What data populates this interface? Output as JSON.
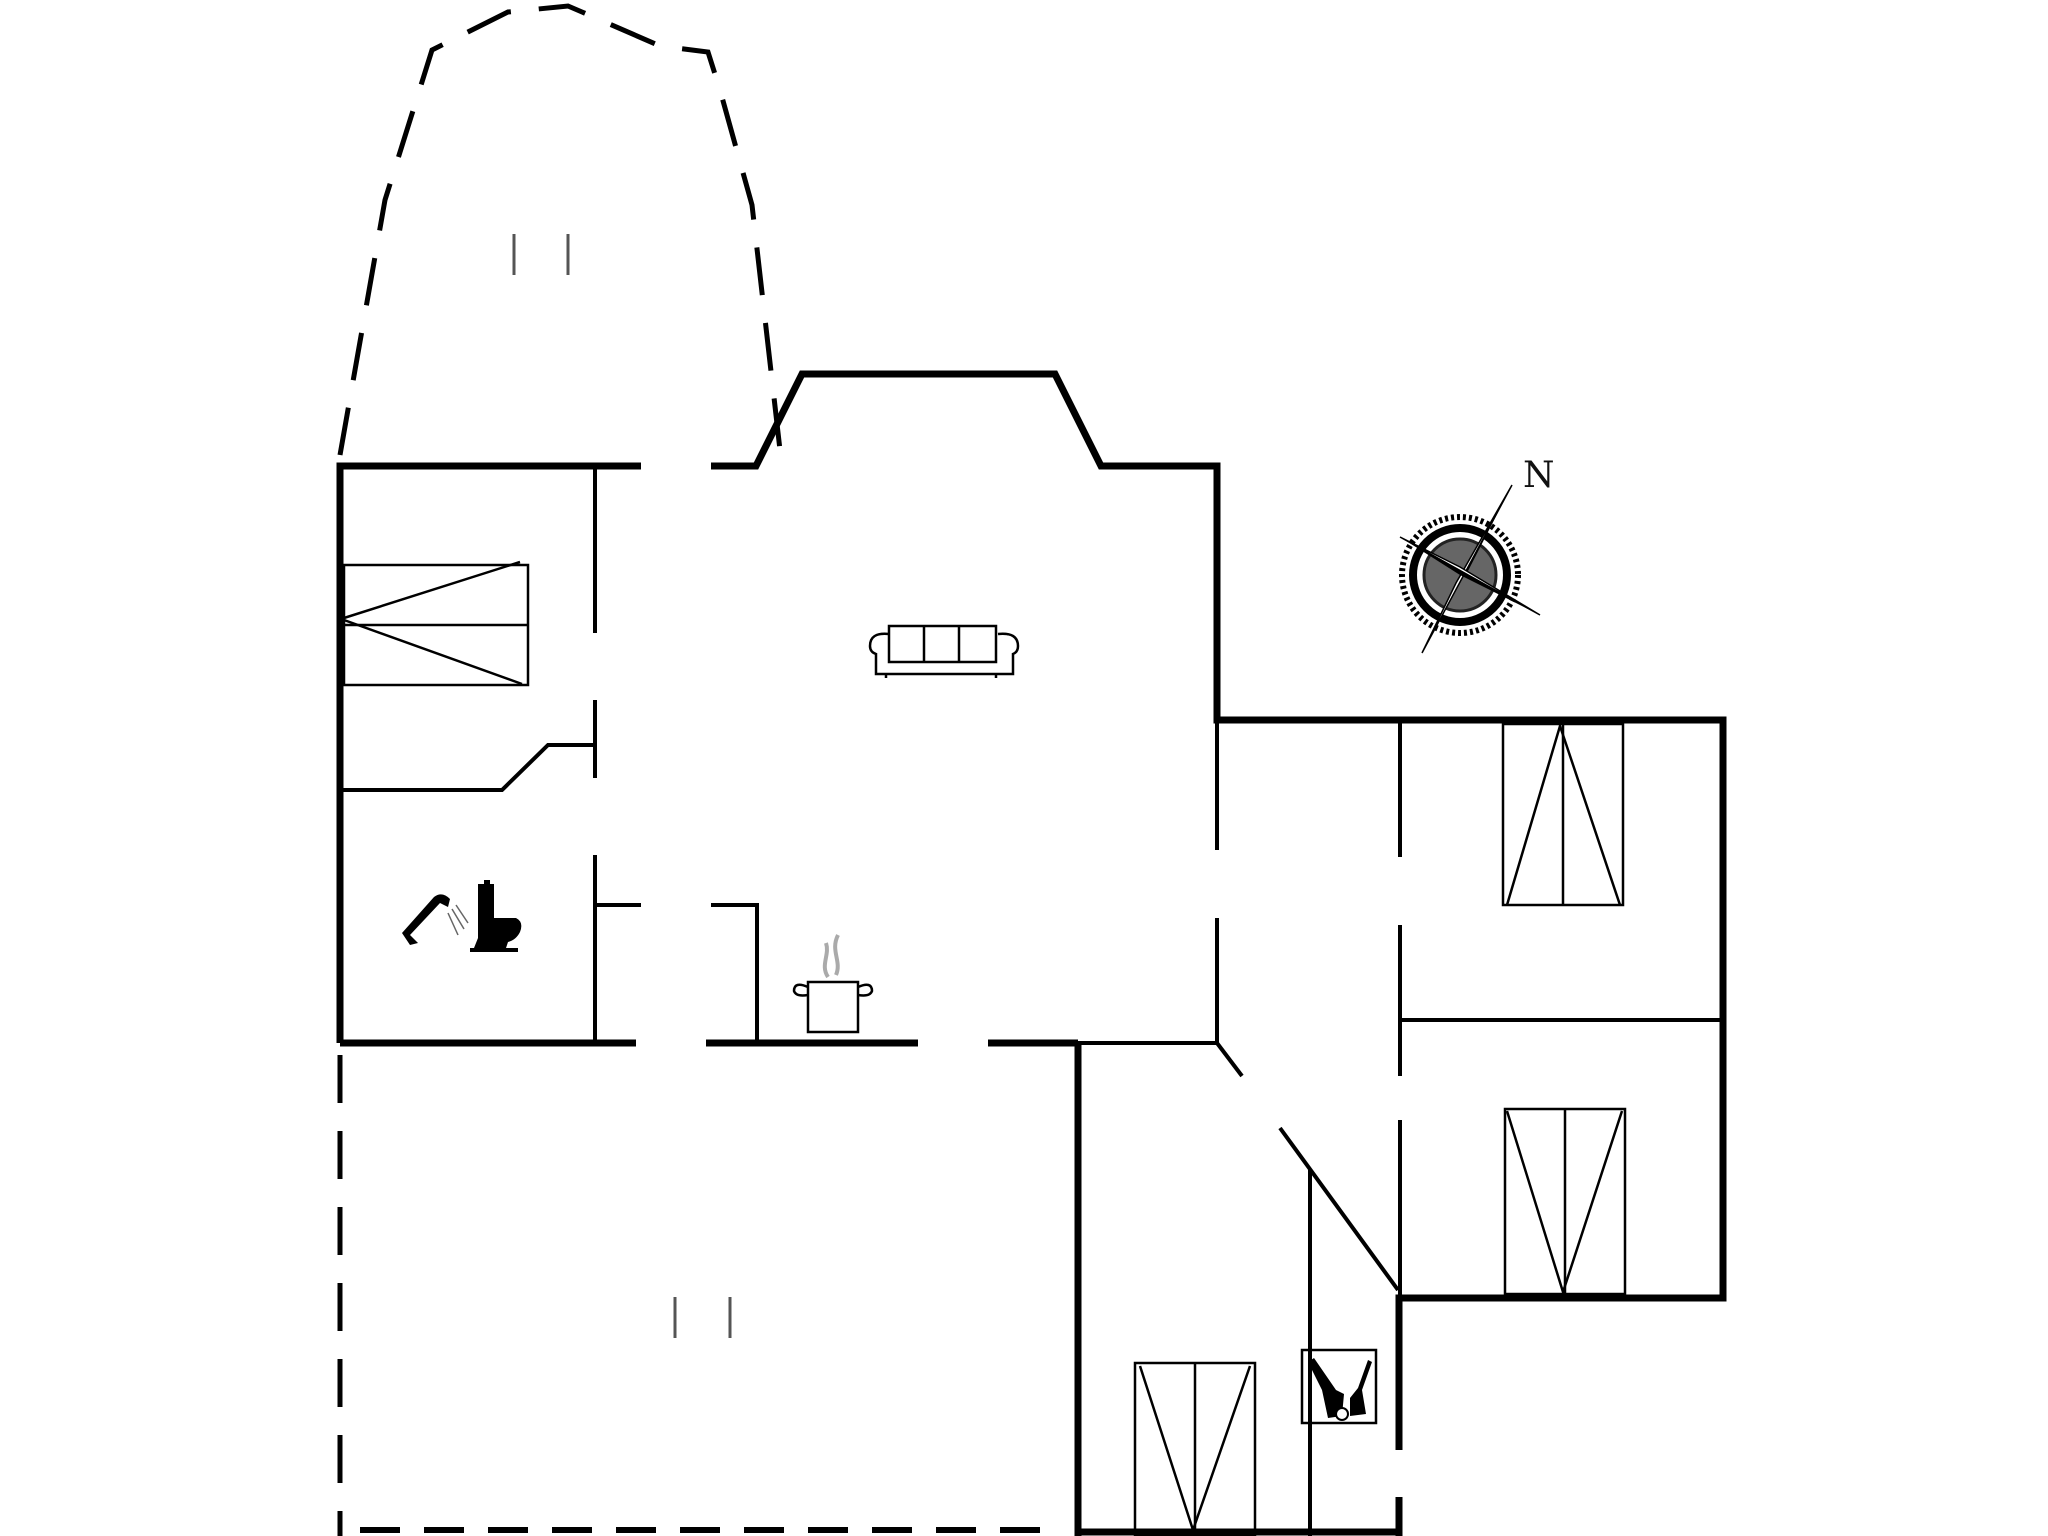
{
  "plan": {
    "type": "floor-plan",
    "background": "#ffffff",
    "wall_color": "#000000",
    "compass": {
      "label": "N",
      "icon": "compass-rose-icon"
    },
    "rooms": [
      {
        "id": "living-room",
        "icon": "sofa-icon"
      },
      {
        "id": "kitchen",
        "icon": "cooking-pot-icon"
      },
      {
        "id": "bathroom",
        "icons": [
          "shower-icon",
          "toilet-icon"
        ]
      },
      {
        "id": "bedroom-left",
        "icon": "single-bed-icon"
      },
      {
        "id": "bedroom-right-top",
        "icon": "double-bed-icon"
      },
      {
        "id": "bedroom-right-bottom",
        "icon": "double-bed-icon"
      },
      {
        "id": "bedroom-bottom",
        "icon": "double-bed-icon"
      },
      {
        "id": "utility-room",
        "icon": "vacuum-broom-icon"
      },
      {
        "id": "terrace-top",
        "icon": "terrace-marker-icon"
      },
      {
        "id": "terrace-bottom",
        "icon": "terrace-marker-icon"
      }
    ]
  }
}
